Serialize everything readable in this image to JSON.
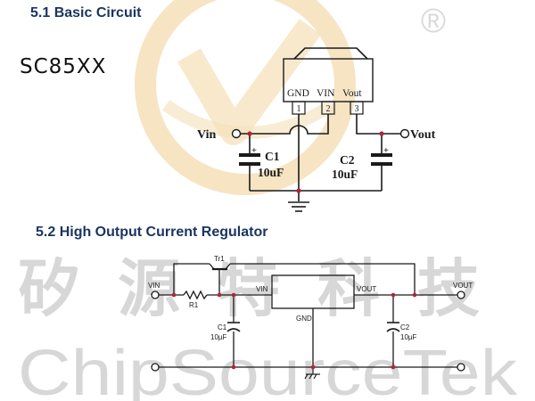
{
  "section_1": {
    "title": "5.1 Basic Circuit",
    "part_number": "SC85XX",
    "pin_names": [
      "GND",
      "VIN",
      "Vout"
    ],
    "pin_numbers": [
      "1",
      "2",
      "3"
    ],
    "vin_label": "Vin",
    "vout_label": "Vout",
    "c1_label": "C1",
    "c1_value": "10uF",
    "c2_label": "C2",
    "c2_value": "10uF"
  },
  "section_2": {
    "title": "5.2 High Output Current Regulator",
    "vin_label": "VIN",
    "vout_label": "VOUT",
    "transistor_label": "Tr1",
    "resistor_label": "R1",
    "ic_vin_label": "VIN",
    "ic_vout_label": "VOUT",
    "ic_gnd_label": "GND",
    "c1_label": "C1",
    "c1_value": "10µF",
    "c2_label": "C2",
    "c2_value": "10µF"
  },
  "watermark": {
    "chinese_text": "矽源特科技",
    "brand_text": "ChipSourceTek",
    "registered_mark": "®"
  },
  "colors": {
    "heading": "#1c3560",
    "wire": "#1a1a1a",
    "junction": "#b0243a",
    "watermark_gray": "#d2d2d2",
    "watermark_logo": "#f5dfb8"
  }
}
